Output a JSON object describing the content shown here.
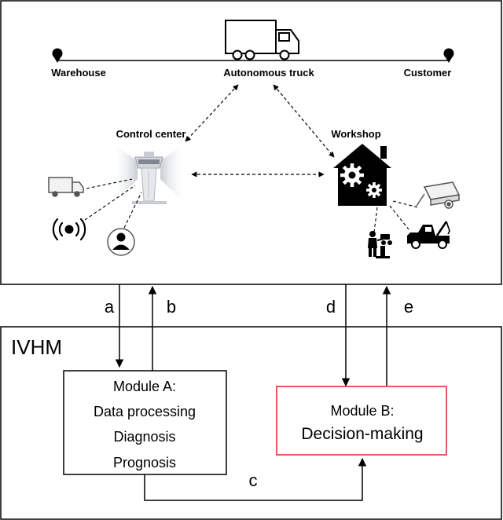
{
  "top_scene": {
    "route": {
      "start_label": "Warehouse",
      "vehicle_label": "Autonomous truck",
      "end_label": "Customer"
    },
    "control_center_label": "Control center",
    "workshop_label": "Workshop"
  },
  "flows": {
    "a": "a",
    "b": "b",
    "c": "c",
    "d": "d",
    "e": "e"
  },
  "ivhm": {
    "title": "IVHM",
    "module_a": {
      "heading": "Module A:",
      "lines": [
        "Data processing",
        "Diagnosis",
        "Prognosis"
      ]
    },
    "module_b": {
      "heading": "Module B:",
      "line": "Decision-making",
      "border_color": "#e0242b"
    }
  },
  "icons": {
    "route_endpoints": "location-pin-icon",
    "truck": "truck-icon",
    "control_tower": "control-tower-icon",
    "small_truck": "truck-icon",
    "signal": "signal-icon",
    "operator": "person-icon",
    "workshop": "house-gears-icon",
    "trailer": "trailer-icon",
    "mechanic": "mechanic-icon",
    "tow_truck": "tow-truck-icon"
  }
}
